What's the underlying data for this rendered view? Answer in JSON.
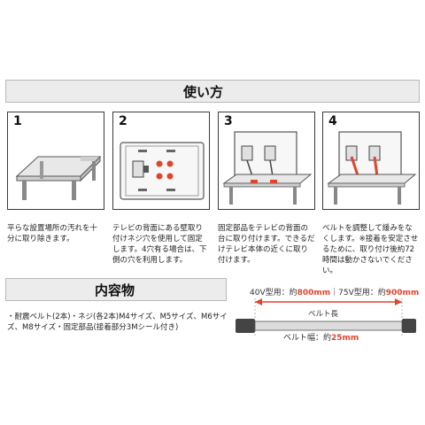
{
  "sections": {
    "usage_title": "使い方",
    "contents_title": "内容物"
  },
  "steps": [
    {
      "number": "1",
      "text": "平らな設置場所の汚れを十分に取り除きます。"
    },
    {
      "number": "2",
      "text": "テレビの背面にある壁取り付けネジ穴を使用して固定します。4穴有る場合は、下側の穴を利用します。"
    },
    {
      "number": "3",
      "text": "固定部品をテレビの背面の台に取り付けます。できるだけテレビ本体の近くに取り付けます。"
    },
    {
      "number": "4",
      "text": "ベルトを調整して緩みをなくします。※接着を安定させるために、取り付け後約72時間は動かさないでください。"
    }
  ],
  "contents": {
    "text": "・耐震ベルト(2本)・ネジ(各2本)M4サイズ、M5サイズ、M6サイズ、M8サイズ・固定部品(接着部分3Mシール付き)"
  },
  "belt": {
    "length_prefix_40": "40V型用：約",
    "length_40": "800mm",
    "separator": "｜75V型用：約",
    "length_75": "900mm",
    "length_label": "ベルト長",
    "width_prefix": "ベルト幅：約",
    "width_value": "25mm"
  },
  "colors": {
    "accent": "#e0452c",
    "banner_bg": "#ececec",
    "border": "#3a3a3a"
  }
}
